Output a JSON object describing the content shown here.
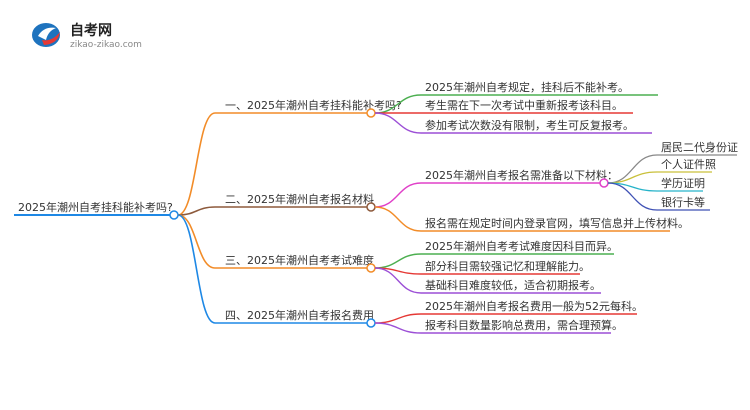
{
  "site": {
    "name": "自考网",
    "url_text": "zikao-zikao.com"
  },
  "root": {
    "label": "2025年潮州自考挂科能补考吗?"
  },
  "branches": [
    {
      "label": "一、2025年潮州自考挂科能补考吗?",
      "color": "#f28c28",
      "children": [
        {
          "label": "2025年潮州自考规定，挂科后不能补考。",
          "color": "#4caf50"
        },
        {
          "label": "考生需在下一次考试中重新报考该科目。",
          "color": "#e53935"
        },
        {
          "label": "参加考试次数没有限制，考生可反复报考。",
          "color": "#9c4fd6"
        }
      ]
    },
    {
      "label": "二、2025年潮州自考报名材料",
      "color": "#8d5a3c",
      "children": [
        {
          "label": "2025年潮州自考报名需准备以下材料：",
          "color": "#e040c8",
          "children": [
            {
              "label": "居民二代身份证",
              "color": "#888888"
            },
            {
              "label": "个人证件照",
              "color": "#c9c03a"
            },
            {
              "label": "学历证明",
              "color": "#26b3c9"
            },
            {
              "label": "银行卡等",
              "color": "#3f51b5"
            }
          ]
        },
        {
          "label": "报名需在规定时间内登录官网，填写信息并上传材料。",
          "color": "#f28c28"
        }
      ]
    },
    {
      "label": "三、2025年潮州自考考试难度",
      "color": "#f28c28",
      "children": [
        {
          "label": "2025年潮州自考考试难度因科目而异。",
          "color": "#4caf50"
        },
        {
          "label": "部分科目需较强记忆和理解能力。",
          "color": "#e53935"
        },
        {
          "label": "基础科目难度较低，适合初期报考。",
          "color": "#9c4fd6"
        }
      ]
    },
    {
      "label": "四、2025年潮州自考报名费用",
      "color": "#1e88e5",
      "children": [
        {
          "label": "2025年潮州自考报名费用一般为52元每科。",
          "color": "#e53935"
        },
        {
          "label": "报考科目数量影响总费用，需合理预算。",
          "color": "#9c4fd6"
        }
      ]
    }
  ],
  "root_color": "#1e88e5"
}
